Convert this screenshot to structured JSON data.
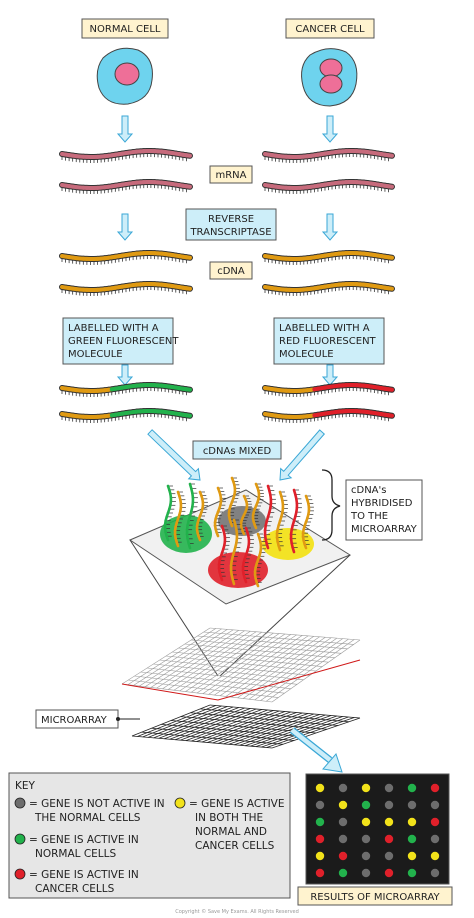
{
  "labels": {
    "normal_cell": "NORMAL CELL",
    "cancer_cell": "CANCER CELL",
    "mrna": "mRNA",
    "reverse_transcriptase": [
      "REVERSE",
      "TRANSCRIPTASE"
    ],
    "cdna": "cDNA",
    "green_label": [
      "LABELLED WITH A",
      "GREEN FLUORESCENT",
      "MOLECULE"
    ],
    "red_label": [
      "LABELLED WITH A",
      "RED FLUORESCENT",
      "MOLECULE"
    ],
    "cdnas_mixed": "cDNAs MIXED",
    "hybridised": [
      "cDNA's",
      "HYBRIDISED",
      "TO THE",
      "MICROARRAY"
    ],
    "microarray": "MICROARRAY",
    "results": "RESULTS OF MICROARRAY",
    "copyright": "Copyright © Save My Exams. All Rights Reserved"
  },
  "key": {
    "title": "KEY",
    "items": [
      {
        "color": "#6d6d6d",
        "lines": [
          "= GENE IS NOT ACTIVE IN",
          "THE NORMAL CELLS"
        ]
      },
      {
        "color": "#22b24c",
        "lines": [
          "= GENE IS ACTIVE IN",
          "NORMAL CELLS"
        ]
      },
      {
        "color": "#e0202a",
        "lines": [
          "= GENE IS ACTIVE IN",
          "CANCER CELLS"
        ]
      },
      {
        "color": "#f2e21a",
        "lines": [
          "= GENE IS ACTIVE",
          "IN BOTH THE",
          "NORMAL AND",
          "CANCER CELLS"
        ]
      }
    ]
  },
  "results_grid": [
    [
      "yellow",
      "grey",
      "yellow",
      "grey",
      "green",
      "red"
    ],
    [
      "grey",
      "yellow",
      "green",
      "grey",
      "grey",
      "grey"
    ],
    [
      "green",
      "grey",
      "yellow",
      "yellow",
      "yellow",
      "red"
    ],
    [
      "red",
      "grey",
      "grey",
      "red",
      "green",
      "grey"
    ],
    [
      "yellow",
      "red",
      "grey",
      "grey",
      "yellow",
      "yellow"
    ],
    [
      "red",
      "green",
      "grey",
      "red",
      "green",
      "grey"
    ]
  ],
  "colors": {
    "cell": "#6ed3ee",
    "nucleus": "#ee6f98",
    "mrna": "#c76b7c",
    "cdna": "#e09a12",
    "green": "#22b24c",
    "red": "#e0202a",
    "yellow": "#f2e21a",
    "grey": "#6d6d6d",
    "label_fill": "#fff3cf",
    "process_fill": "#cdeef9",
    "arrow_fill": "#cdeef9",
    "arrow_stroke": "#3aa7d6"
  }
}
